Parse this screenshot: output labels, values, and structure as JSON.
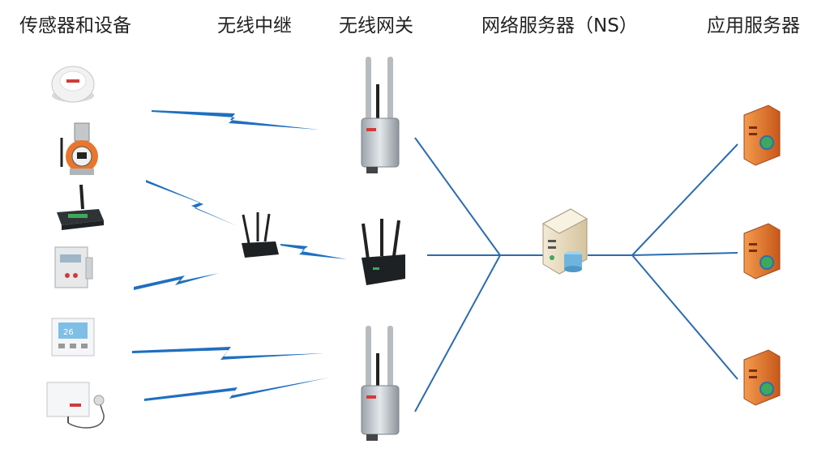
{
  "columns": {
    "sensors_title": "传感器和设备",
    "relay_title": "无线中继",
    "gateway_title": "无线网关",
    "ns_title": "网络服务器（NS）",
    "app_title": "应用服务器"
  },
  "sensors": [
    {
      "name": "smoke-detector-icon"
    },
    {
      "name": "explosion-proof-sensor-icon"
    },
    {
      "name": "dtu-module-icon"
    },
    {
      "name": "din-rail-meter-icon"
    },
    {
      "name": "thermostat-panel-icon"
    },
    {
      "name": "temperature-sensor-box-icon"
    }
  ],
  "gateways": [
    {
      "type": "outdoor"
    },
    {
      "type": "indoor"
    },
    {
      "type": "outdoor"
    }
  ],
  "colors": {
    "wireless": "#1f6fc0",
    "line": "#2b6cb0",
    "server": "#e8762c"
  }
}
